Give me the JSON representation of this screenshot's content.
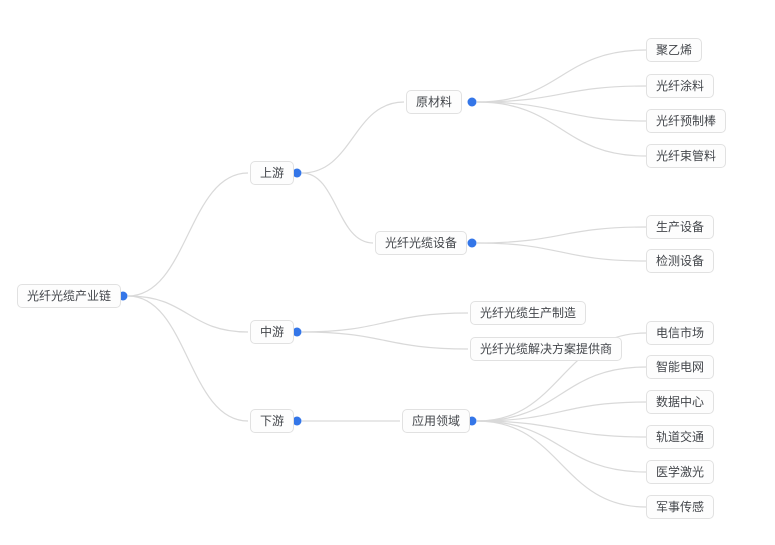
{
  "colors": {
    "dot": "#3476e8",
    "connector": "#d9d9d9",
    "node_border": "#e1e1e1",
    "node_text": "#43464b"
  },
  "tree": {
    "label": "光纤光缆产业链",
    "children": [
      {
        "label": "上游",
        "children": [
          {
            "label": "原材料",
            "children": [
              {
                "label": "聚乙烯"
              },
              {
                "label": "光纤涂料"
              },
              {
                "label": "光纤预制棒"
              },
              {
                "label": "光纤束管料"
              }
            ]
          },
          {
            "label": "光纤光缆设备",
            "children": [
              {
                "label": "生产设备"
              },
              {
                "label": "检测设备"
              }
            ]
          }
        ]
      },
      {
        "label": "中游",
        "children": [
          {
            "label": "光纤光缆生产制造"
          },
          {
            "label": "光纤光缆解决方案提供商"
          }
        ]
      },
      {
        "label": "下游",
        "children": [
          {
            "label": "应用领域",
            "children": [
              {
                "label": "电信市场"
              },
              {
                "label": "智能电网"
              },
              {
                "label": "数据中心"
              },
              {
                "label": "轨道交通"
              },
              {
                "label": "医学激光"
              },
              {
                "label": "军事传感"
              }
            ]
          }
        ]
      }
    ]
  }
}
